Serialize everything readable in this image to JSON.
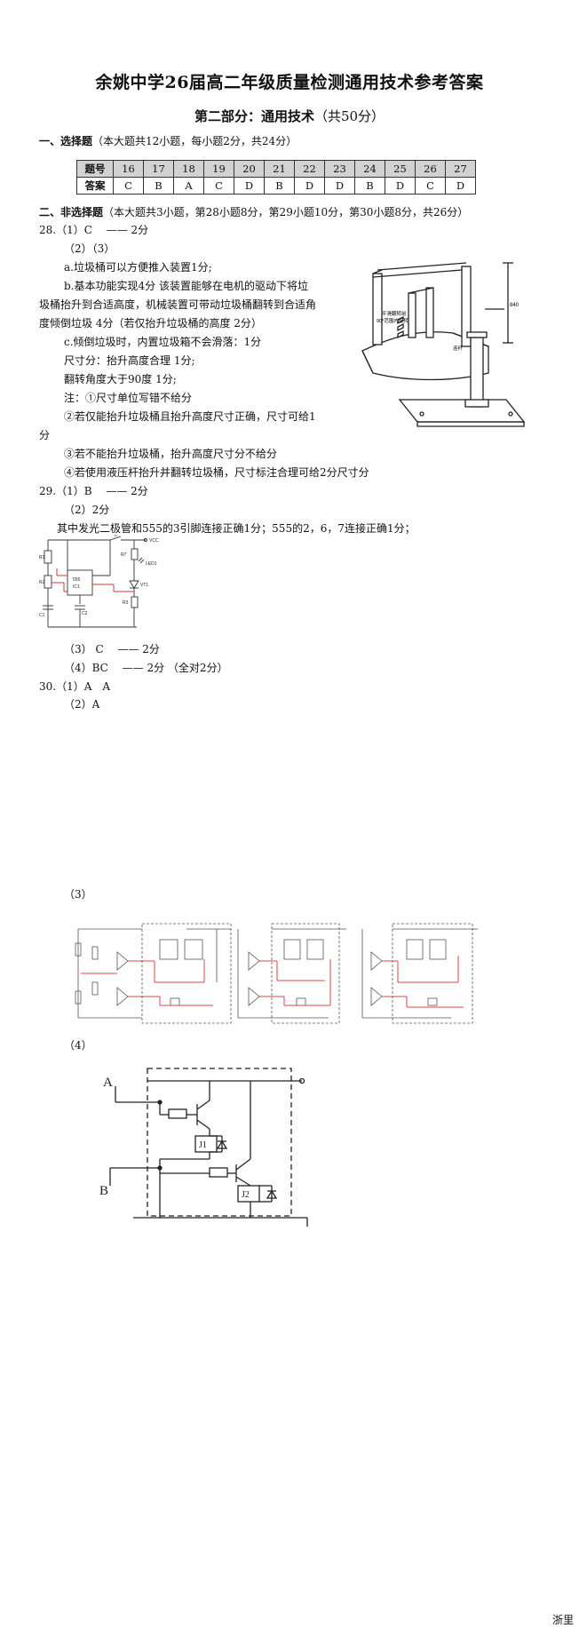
{
  "title": "余姚中学26届高二年级质量检测通用技术参考答案",
  "subtitle": {
    "bold": "第二部分：通用技术",
    "normal": "（共50分）"
  },
  "section1": {
    "head": "一、选择题",
    "desc": "（本大题共12小题，每小题2分，共24分）"
  },
  "answer_table": {
    "row1_label": "题号",
    "row2_label": "答案",
    "numbers": [
      "16",
      "17",
      "18",
      "19",
      "20",
      "21",
      "22",
      "23",
      "24",
      "25",
      "26",
      "27"
    ],
    "answers": [
      "C",
      "B",
      "A",
      "C",
      "D",
      "B",
      "D",
      "D",
      "B",
      "D",
      "C",
      "D"
    ]
  },
  "section2": {
    "head": "二、非选择题",
    "desc": "（本大题共3小题，第28小题8分，第29小题10分，第30小题8分，共26分）"
  },
  "q28": {
    "l1": "28.（1）C　 —— 2分",
    "l2": "（2）（3）",
    "l3": "a.垃圾桶可以方便推入装置1分;",
    "l4": "b.基本功能实现4分  该装置能够在电机的驱动下将垃",
    "l5": "圾桶抬升到合适高度，机械装置可带动垃圾桶翻转到合适角",
    "l6": "度倾倒垃圾  4分（若仅抬升垃圾桶的高度  2分）",
    "l7": "c.倾倒垃圾时，内置垃圾箱不会滑落：1分",
    "l8": "尺寸分：抬升高度合理 1分;",
    "l9": "翻转角度大于90度 1分;",
    "l10": "注：①尺寸单位写错不给分",
    "l11": "②若仅能抬升垃圾桶且抬升高度尺寸正确，尺寸可给1",
    "l12": "分",
    "l13": "③若不能抬升垃圾桶，抬升高度尺寸分不给分",
    "l14": "④若使用液压杆抬升并翻转垃圾桶，尺寸标注合理可给2分尺寸分",
    "fig_label1": "平滑翻转前",
    "fig_label2": "90°范围内旋转",
    "fig_dim": "840",
    "fig_label3": "连杆"
  },
  "q29": {
    "l1": "29.（1）B　 —— 2分",
    "l2": "（2）2分",
    "l3": "其中发光二极管和555的3引脚连接正确1分；555的2，6，7连接正确1分；",
    "l4": "（3）  C　 —— 2分",
    "l5": "（4）BC　 —— 2分  （全对2分）",
    "circuit": {
      "ic": "555",
      "ic2": "IC1",
      "vcc": "VCC",
      "r1": "R1",
      "r2": "R2",
      "r3": "R3",
      "c1": "C1",
      "c2": "C2",
      "k": "K",
      "r7": "R7",
      "vt": "VT1",
      "ld": "LED1"
    }
  },
  "q30": {
    "l1": "30.（1）A　A",
    "l2": "（2）A",
    "l3": "（3）",
    "l4": "（4）",
    "label_a": "A",
    "label_b": "B",
    "label_j1": "J1",
    "label_j2": "J2"
  },
  "footer": "浙里"
}
